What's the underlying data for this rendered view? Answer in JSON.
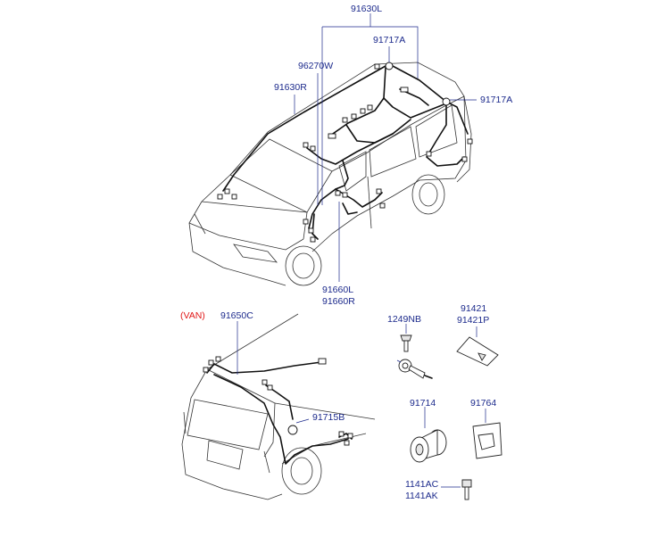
{
  "labels": {
    "p91630L": "91630L",
    "p91717A_top": "91717A",
    "p96270W": "96270W",
    "p91630R": "91630R",
    "p91717A_right": "91717A",
    "p91660L": "91660L",
    "p91660R": "91660R",
    "van_tag": "(VAN)",
    "p91650C": "91650C",
    "p91715B": "91715B",
    "p1249NB": "1249NB",
    "p91421": "91421",
    "p91421P": "91421P",
    "p91714": "91714",
    "p91764": "91764",
    "p1141AC": "1141AC",
    "p1141AK": "1141AK"
  },
  "colors": {
    "label_blue": "#1c2a8c",
    "label_red": "#e01818",
    "line": "#333333"
  }
}
